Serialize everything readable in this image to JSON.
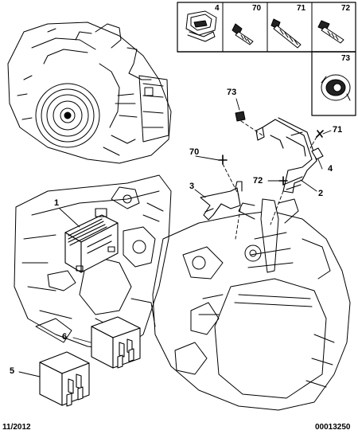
{
  "diagram": {
    "callouts": {
      "n1": "1",
      "n2": "2",
      "n3": "3",
      "n4": "4",
      "n5": "5",
      "n6": "6",
      "n70": "70",
      "n71": "71",
      "n72": "72",
      "n73": "73"
    },
    "inset_labels": {
      "i4": "4",
      "i70": "70",
      "i71": "71",
      "i72": "72",
      "i73": "73"
    },
    "footer": {
      "date": "11/2012",
      "ref": "00013250"
    }
  }
}
